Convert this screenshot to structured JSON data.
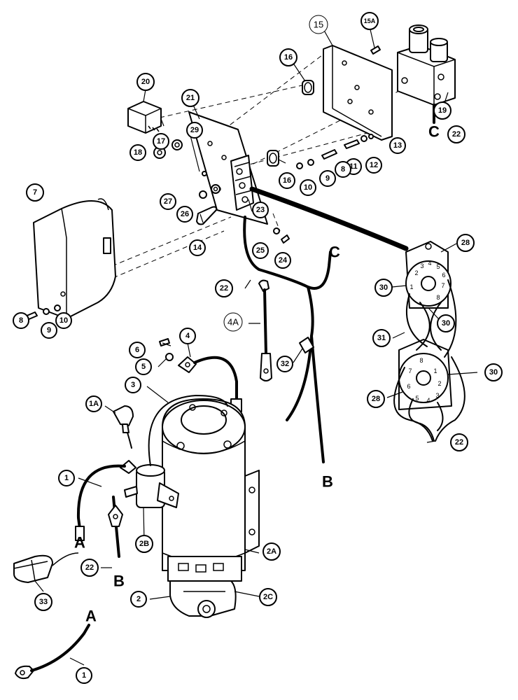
{
  "callouts": {
    "c15": "15",
    "c15A": "15A",
    "c16a": "16",
    "c16b": "16",
    "c19": "19",
    "c20": "20",
    "c21": "21",
    "c22a": "22",
    "c22b": "22",
    "c22c": "22",
    "c22d": "22",
    "c29": "29",
    "c17": "17",
    "c18": "18",
    "c13": "13",
    "c12": "12",
    "c11": "11",
    "c8a": "8",
    "c9a": "9",
    "c10a": "10",
    "c7": "7",
    "c27": "27",
    "c26": "26",
    "c23": "23",
    "c14": "14",
    "c25": "25",
    "c24": "24",
    "c28a": "28",
    "c28b": "28",
    "c30a": "30",
    "c30b": "30",
    "c30c": "30",
    "c31": "31",
    "c8b": "8",
    "c9b": "9",
    "c10b": "10",
    "c4A": "4A",
    "c6": "6",
    "c4": "4",
    "c5": "5",
    "c32": "32",
    "c3": "3",
    "c1A": "1A",
    "c1a": "1",
    "c1b": "1",
    "c2B": "2B",
    "c2A": "2A",
    "c2C": "2C",
    "c2": "2",
    "c33": "33"
  },
  "wire_letters": {
    "C_top": "C",
    "C_mid": "C",
    "B_right": "B",
    "A_left": "A",
    "B_left": "B",
    "A_bottom": "A"
  },
  "socket_pins": {
    "top": [
      "1",
      "2",
      "3",
      "4",
      "5",
      "6",
      "7",
      "8"
    ],
    "bottom": [
      "1",
      "2",
      "3",
      "4",
      "5",
      "6",
      "7",
      "8"
    ]
  }
}
